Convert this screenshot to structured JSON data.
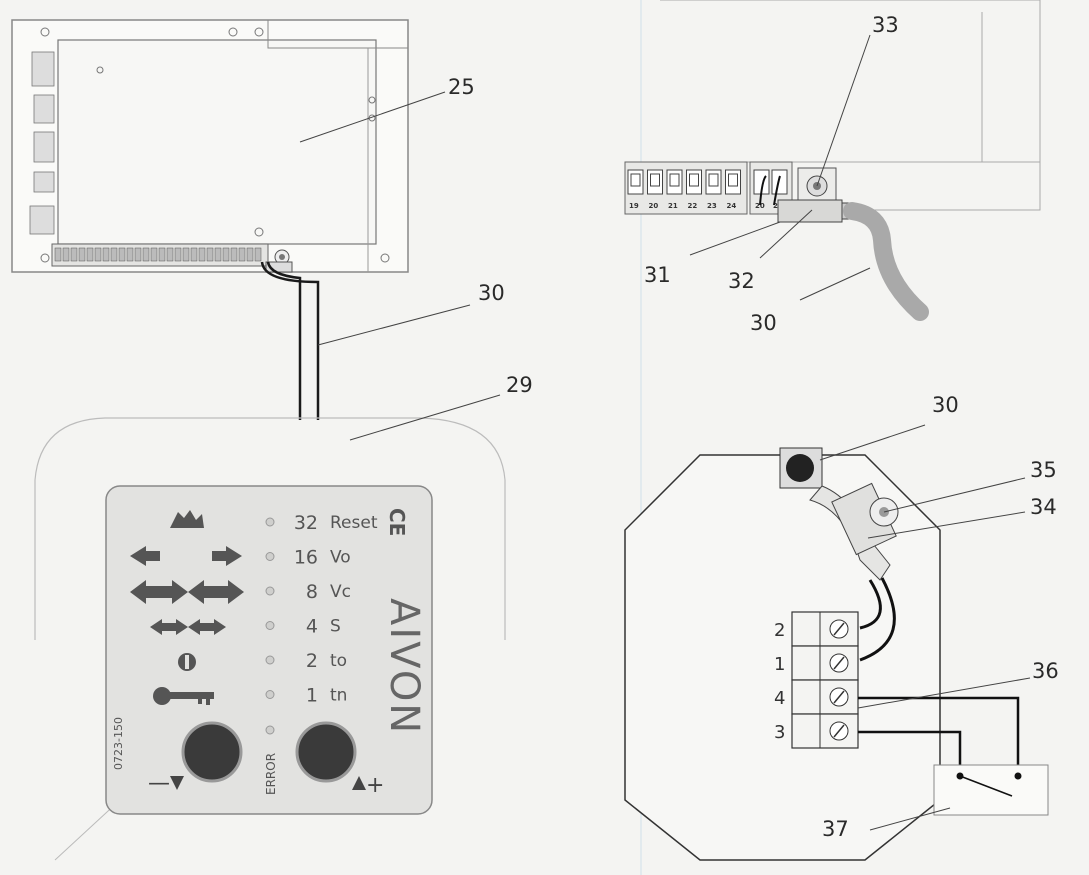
{
  "callouts": {
    "c25": "25",
    "c30a": "30",
    "c29": "29",
    "c33": "33",
    "c31": "31",
    "c32": "32",
    "c30b": "30",
    "c30c": "30",
    "c35": "35",
    "c34": "34",
    "c36": "36",
    "c37": "37"
  },
  "terminal_strip": [
    "19",
    "20",
    "21",
    "22",
    "23",
    "24"
  ],
  "terminal_strip_b": [
    "20",
    "21"
  ],
  "panel": {
    "rows": [
      {
        "num": "32",
        "code": "Reset"
      },
      {
        "num": "16",
        "code": "Vo"
      },
      {
        "num": "8",
        "code": "Vc"
      },
      {
        "num": "4",
        "code": "S"
      },
      {
        "num": "2",
        "code": "to"
      },
      {
        "num": "1",
        "code": "tn"
      }
    ],
    "model": "0723-150",
    "error": "ERROR",
    "brand": "AIVON",
    "ce": "CE",
    "minus": "—",
    "plus": "+"
  },
  "terminal_block": [
    "2",
    "1",
    "4",
    "3"
  ]
}
